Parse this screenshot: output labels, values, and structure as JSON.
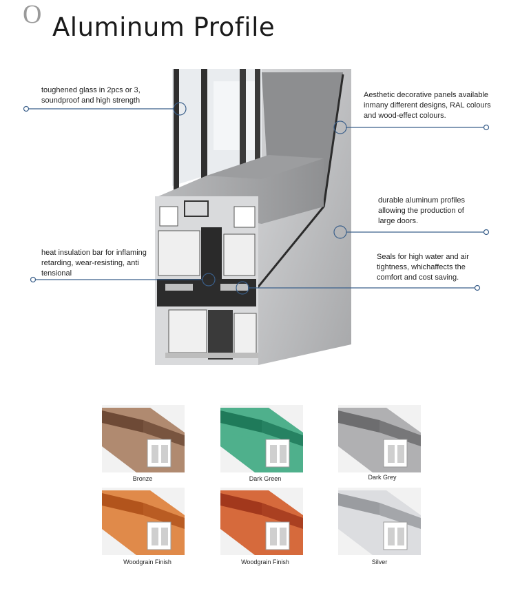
{
  "header": {
    "number": "O",
    "title": "Aluminum Profile"
  },
  "callouts": [
    {
      "id": "glass",
      "lines": [
        "toughened glass in 2pcs or 3,",
        "soundproof and high strength"
      ]
    },
    {
      "id": "panels",
      "lines": [
        "Aesthetic decorative panels available",
        "inmany different designs, RAL colours",
        "and wood-effect colours."
      ]
    },
    {
      "id": "durable",
      "lines": [
        "durable aluminum profiles",
        "allowing the production of",
        "large doors."
      ]
    },
    {
      "id": "insulation",
      "lines": [
        "heat insulation bar for inflaming",
        "retarding, wear-resisting, anti",
        "tensional"
      ]
    },
    {
      "id": "seals",
      "lines": [
        "Seals for high water and air",
        "tightness, whichaffects the",
        "comfort and cost saving."
      ]
    }
  ],
  "finishes": [
    {
      "label": "Bronze",
      "color": "#6e4a36",
      "light": "#b08a70"
    },
    {
      "label": "Dark Green",
      "color": "#1f7a5a",
      "light": "#4fb08c"
    },
    {
      "label": "Dark Grey",
      "color": "#6d6d6f",
      "light": "#b0b0b2"
    },
    {
      "label": "Woodgrain Finish",
      "color": "#b2541c",
      "light": "#e08a4a"
    },
    {
      "label": "Woodgrain Finish",
      "color": "#a2381c",
      "light": "#d66a3c"
    },
    {
      "label": "Silver",
      "color": "#9a9ca0",
      "light": "#dcdde0"
    }
  ],
  "colors": {
    "line": "#3a5f8a",
    "frame_light": "#cfd0d2",
    "frame_mid": "#a9aaac",
    "frame_dark": "#2a2a2a"
  }
}
